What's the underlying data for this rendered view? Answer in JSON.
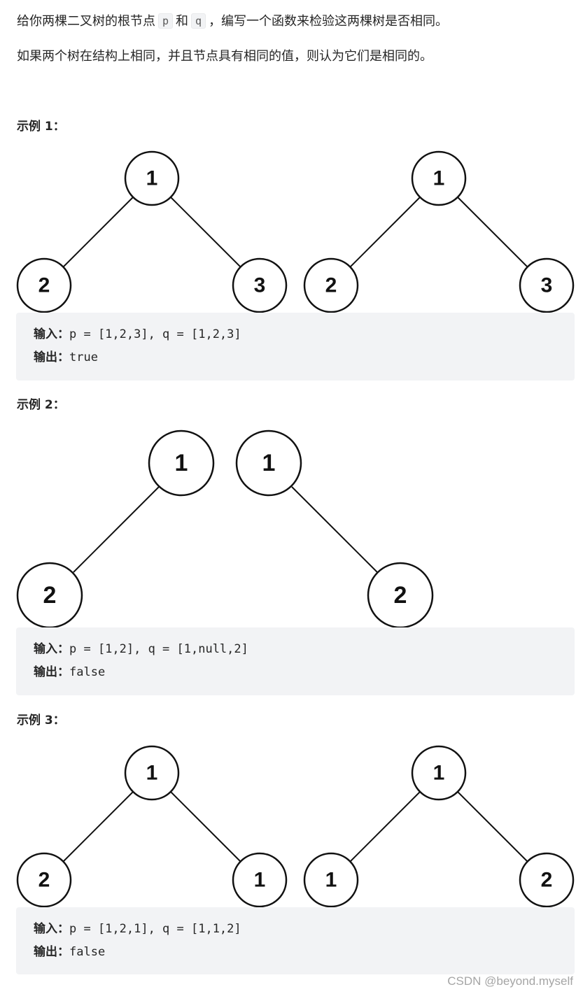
{
  "intro": {
    "line1_part1": "给你两棵二叉树的根节点",
    "var_p": "p",
    "line1_part2": "和",
    "var_q": "q",
    "line1_part3": "，编写一个函数来检验这两棵树是否相同。",
    "line2": "如果两个树在结构上相同，并且节点具有相同的值，则认为它们是相同的。"
  },
  "examples": [
    {
      "title": "示例 1：",
      "trees": {
        "left": {
          "root": "1",
          "left": "2",
          "right": "3"
        },
        "right": {
          "root": "1",
          "left": "2",
          "right": "3"
        }
      },
      "input_label": "输入：",
      "input_value": "p = [1,2,3], q = [1,2,3]",
      "output_label": "输出：",
      "output_value": "true"
    },
    {
      "title": "示例 2：",
      "trees": {
        "left": {
          "root": "1",
          "left": "2"
        },
        "right": {
          "root": "1",
          "right": "2"
        }
      },
      "input_label": "输入：",
      "input_value": "p = [1,2], q = [1,null,2]",
      "output_label": "输出：",
      "output_value": "false"
    },
    {
      "title": "示例 3：",
      "trees": {
        "left": {
          "root": "1",
          "left": "2",
          "right": "1"
        },
        "right": {
          "root": "1",
          "left": "1",
          "right": "2"
        }
      },
      "input_label": "输入：",
      "input_value": "p = [1,2,1], q = [1,1,2]",
      "output_label": "输出：",
      "output_value": "false"
    }
  ],
  "watermark": "CSDN @beyond.myself"
}
